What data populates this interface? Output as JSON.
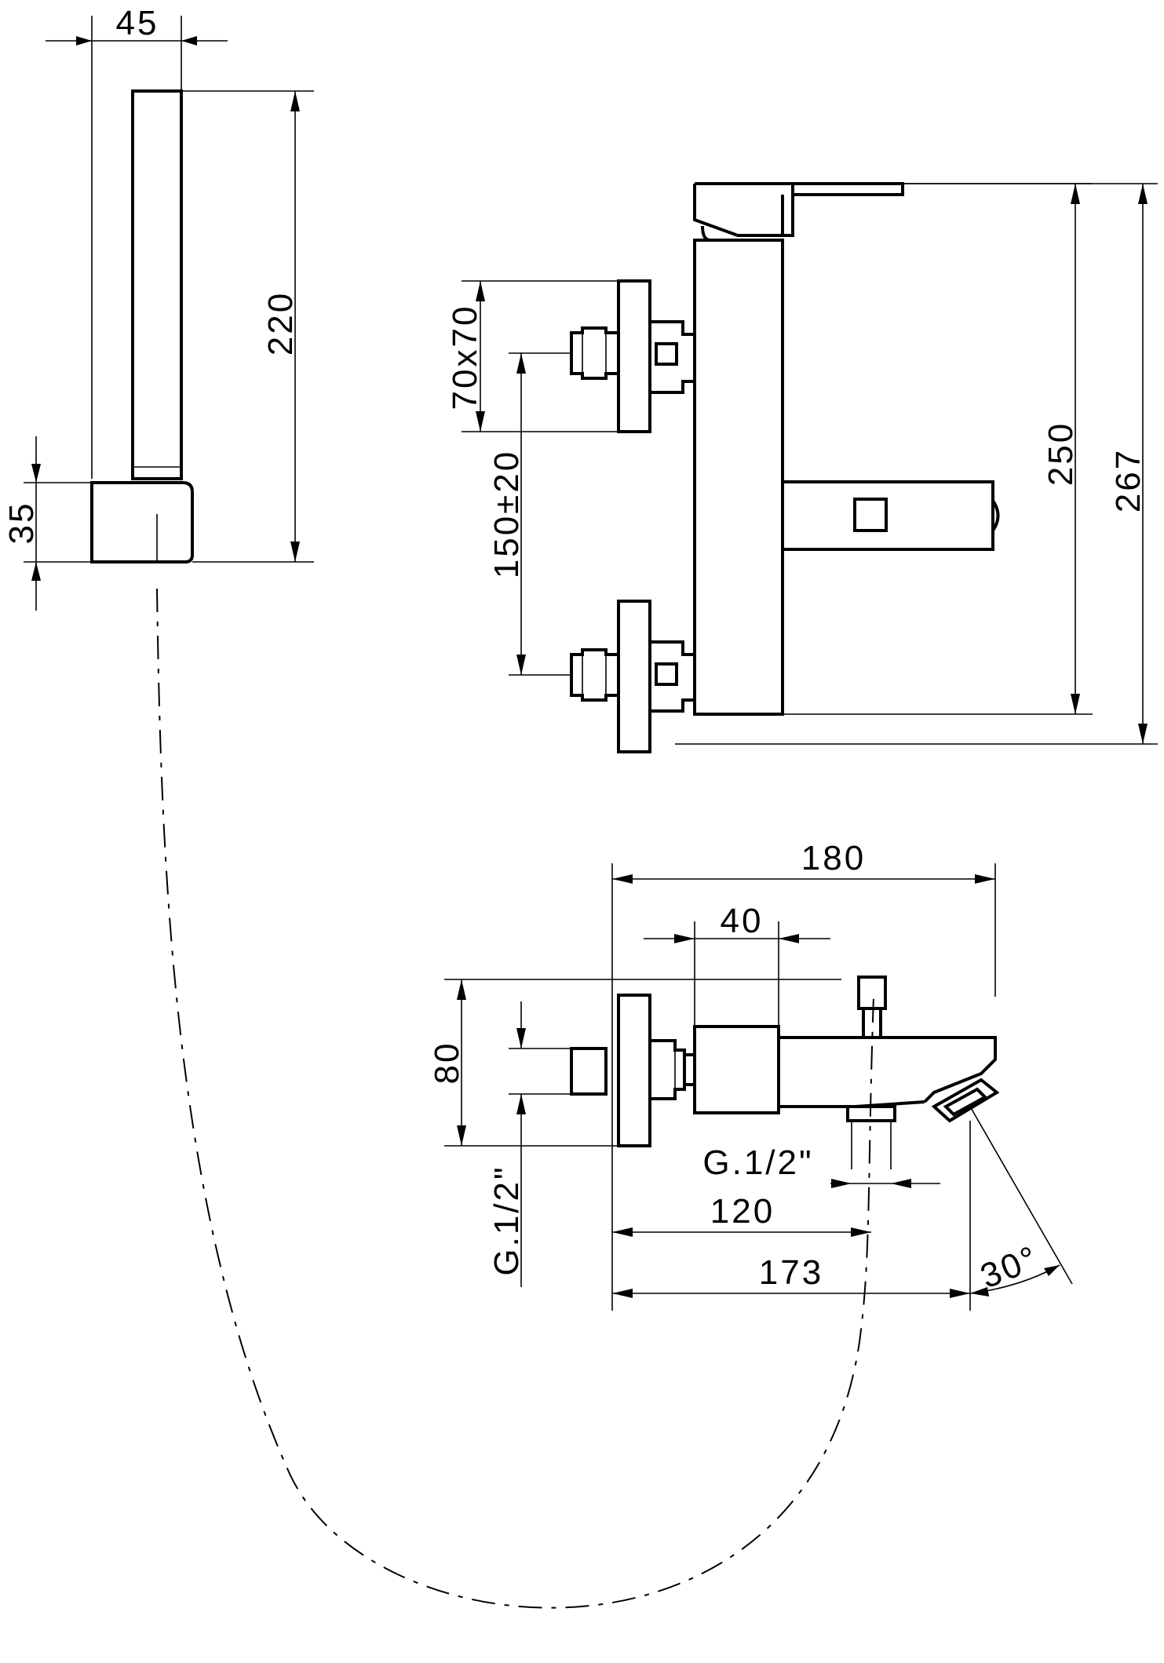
{
  "colors": {
    "line": "#000000",
    "background": "#ffffff"
  },
  "labels": {
    "hs_width": "45",
    "hs_height": "220",
    "hs_holder": "35",
    "front_flange": "70x70",
    "front_spacing": "150±20",
    "front_height": "250",
    "front_total": "267",
    "side_length": "180",
    "side_body": "40",
    "side_depth": "80",
    "side_thread_inlet": "G.1/2\"",
    "side_thread_outlet": "G.1/2\"",
    "side_outlet_pos": "120",
    "side_spout": "173",
    "side_angle": "30°"
  }
}
